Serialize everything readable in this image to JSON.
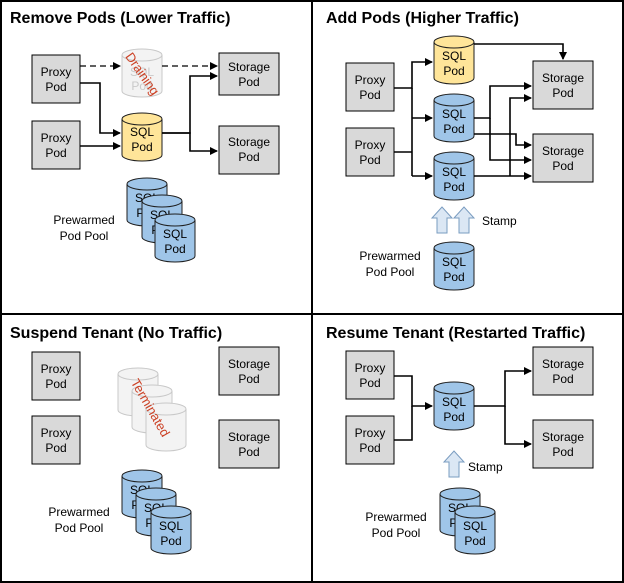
{
  "panels": {
    "remove": {
      "title": "Remove Pods (Lower Traffic)",
      "proxy": [
        "Proxy",
        "Pod"
      ],
      "sql": [
        "SQL",
        "Pod"
      ],
      "storage": [
        "Storage",
        "Pod"
      ],
      "draining": "Draining",
      "prewarmed": [
        "Prewarmed",
        "Pod Pool"
      ]
    },
    "add": {
      "title": "Add Pods (Higher Traffic)",
      "proxy": [
        "Proxy",
        "Pod"
      ],
      "sql": [
        "SQL",
        "Pod"
      ],
      "storage": [
        "Storage",
        "Pod"
      ],
      "stamp": "Stamp",
      "prewarmed": [
        "Prewarmed",
        "Pod Pool"
      ]
    },
    "suspend": {
      "title": "Suspend Tenant (No Traffic)",
      "proxy": [
        "Proxy",
        "Pod"
      ],
      "sql": [
        "SQL",
        "Pod"
      ],
      "storage": [
        "Storage",
        "Pod"
      ],
      "terminated": "Terminated",
      "prewarmed": [
        "Prewarmed",
        "Pod Pool"
      ]
    },
    "resume": {
      "title": "Resume Tenant (Restarted Traffic)",
      "proxy": [
        "Proxy",
        "Pod"
      ],
      "sql": [
        "SQL",
        "Pod"
      ],
      "storage": [
        "Storage",
        "Pod"
      ],
      "stamp": "Stamp",
      "prewarmed": [
        "Prewarmed",
        "Pod Pool"
      ]
    }
  },
  "colors": {
    "pod_box": "#d9d9d9",
    "sql_active": "#ffe599",
    "sql_pooled": "#9fc5e8",
    "sql_ghost": "#f3f3f3",
    "status_text": "#cc4125"
  }
}
